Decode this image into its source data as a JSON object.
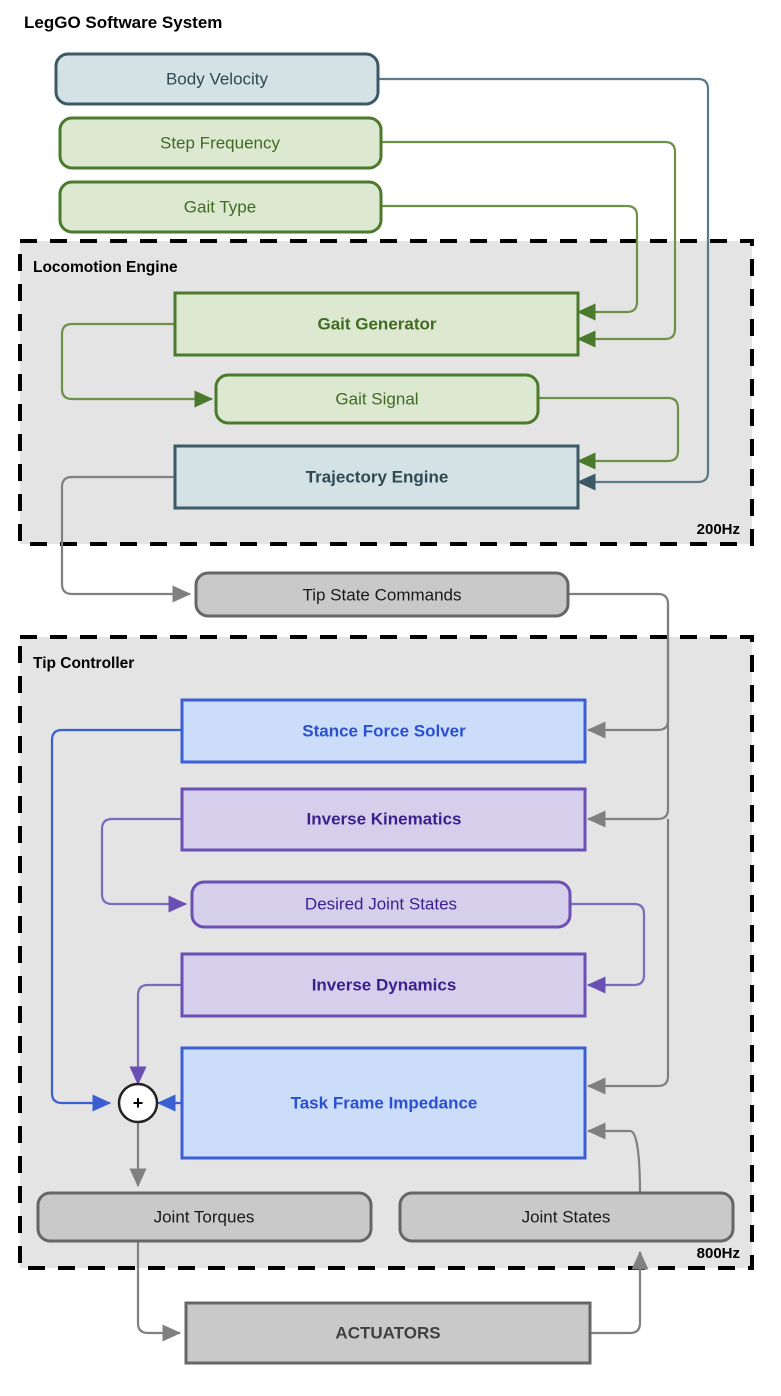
{
  "title": "LegGO Software System",
  "groups": [
    {
      "label": "Locomotion Engine",
      "rate": "200Hz"
    },
    {
      "label": "Tip Controller",
      "rate": "800Hz"
    }
  ],
  "colors": {
    "teal_fill": "#d4e1e5",
    "teal_border": "#3c5a66",
    "teal_text": "#2d4a55",
    "green_fill": "#dde8d1",
    "green_border": "#4c7a2c",
    "green_text": "#3f6b22",
    "blue_fill": "#ccddf9",
    "blue_border": "#3a5fd3",
    "blue_text": "#2a4fd0",
    "purple_fill": "#d5cfeb",
    "purple_border": "#6a4fb4",
    "purple_text": "#3b1f8c",
    "gray_fill": "#c9c9c9",
    "gray_border": "#666666",
    "gray_text": "#1a1a1a",
    "group_fill": "#e4e4e4",
    "group_border": "#000000",
    "arrow_gray": "#808080",
    "arrow_teal": "#5c7b8a",
    "arrow_green": "#6d9148",
    "arrow_blue": "#3a5fd3",
    "arrow_purple": "#7a6bbd"
  },
  "nodes": {
    "body_velocity": {
      "label": "Body Velocity",
      "style": "teal-round"
    },
    "step_frequency": {
      "label": "Step Frequency",
      "style": "green-round"
    },
    "gait_type": {
      "label": "Gait Type",
      "style": "green-round"
    },
    "gait_generator": {
      "label": "Gait Generator",
      "style": "green-rect-bold"
    },
    "gait_signal": {
      "label": "Gait Signal",
      "style": "green-round"
    },
    "trajectory_engine": {
      "label": "Trajectory Engine",
      "style": "teal-rect-bold"
    },
    "tip_state_commands": {
      "label": "Tip State Commands",
      "style": "gray-round"
    },
    "stance_force_solver": {
      "label": "Stance Force Solver",
      "style": "blue-rect-bold"
    },
    "inverse_kinematics": {
      "label": "Inverse Kinematics",
      "style": "purple-rect-bold"
    },
    "desired_joint_states": {
      "label": "Desired Joint States",
      "style": "purple-round"
    },
    "inverse_dynamics": {
      "label": "Inverse Dynamics",
      "style": "purple-rect-bold"
    },
    "task_frame_impedance": {
      "label": "Task Frame Impedance",
      "style": "blue-rect-bold"
    },
    "summing_junction": {
      "label": "+",
      "style": "circle"
    },
    "joint_torques": {
      "label": "Joint Torques",
      "style": "gray-round"
    },
    "joint_states": {
      "label": "Joint States",
      "style": "gray-round"
    },
    "actuators": {
      "label": "ACTUATORS",
      "style": "gray-rect-bold"
    }
  }
}
